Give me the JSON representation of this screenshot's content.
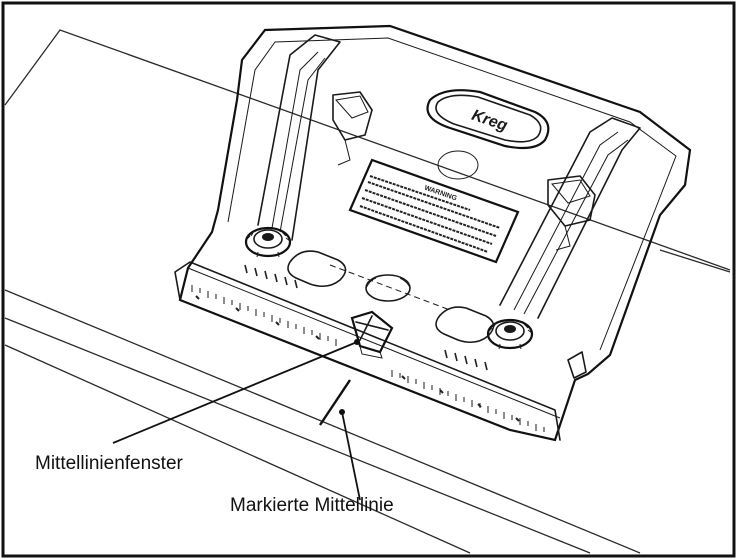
{
  "diagram": {
    "labels": {
      "centerline_window": "Mittellinienfenster",
      "marked_centerline": "Markierte Mittellinie"
    },
    "logo_text": "Kreg",
    "warning_title": "WARNING",
    "colors": {
      "line": "#1a1a1a",
      "background": "#ffffff"
    }
  }
}
